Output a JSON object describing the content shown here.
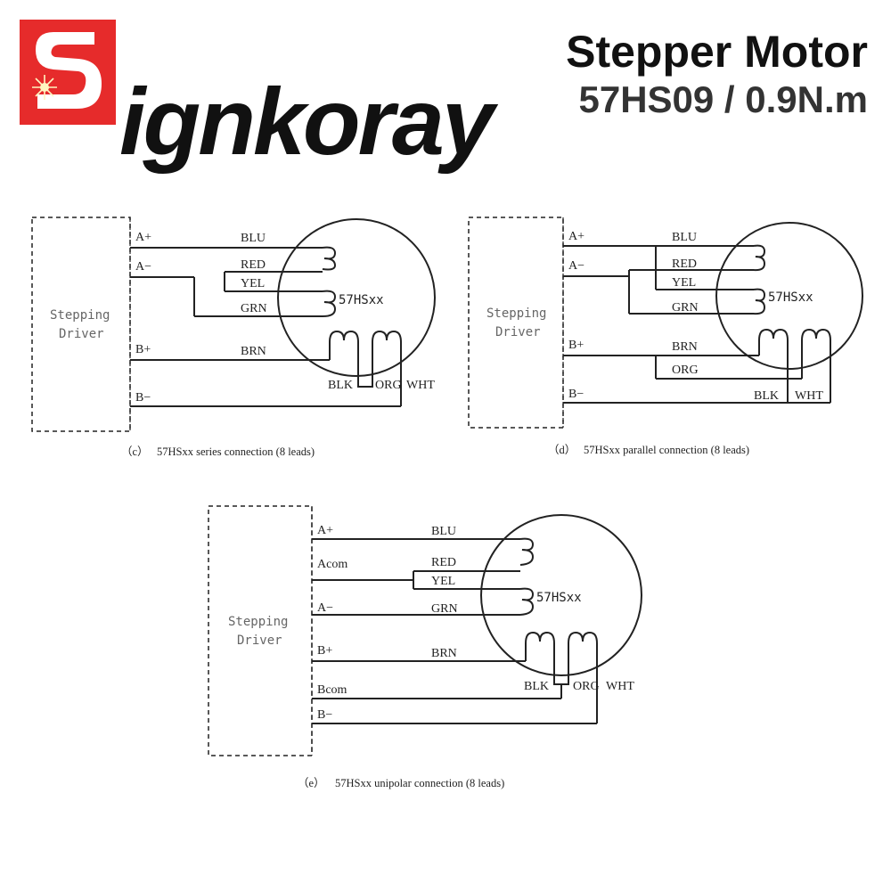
{
  "brand": {
    "name": "ignkoray",
    "initial": "S",
    "logo_red": "#e62b2b"
  },
  "header": {
    "title": "Stepper Motor",
    "model": "57HS09 / 0.9N.m"
  },
  "diagrams": [
    {
      "driver_label_1": "Stepping",
      "driver_label_2": "Driver",
      "motor_label": "57HSxx",
      "terminals": [
        "A+",
        "A−",
        "B+",
        "B−"
      ],
      "wires": [
        "BLU",
        "RED",
        "YEL",
        "GRN",
        "BRN",
        "BLK",
        "ORG",
        "WHT"
      ],
      "caption_letter": "（c）",
      "caption": "57HSxx series connection (8 leads)"
    },
    {
      "driver_label_1": "Stepping",
      "driver_label_2": "Driver",
      "motor_label": "57HSxx",
      "terminals": [
        "A+",
        "A−",
        "B+",
        "B−"
      ],
      "wires": [
        "BLU",
        "RED",
        "YEL",
        "GRN",
        "BRN",
        "ORG",
        "BLK",
        "WHT"
      ],
      "caption_letter": "（d）",
      "caption": "57HSxx parallel connection (8 leads)"
    },
    {
      "driver_label_1": "Stepping",
      "driver_label_2": "Driver",
      "motor_label": "57HSxx",
      "terminals": [
        "A+",
        "Acom",
        "A−",
        "B+",
        "Bcom",
        "B−"
      ],
      "wires": [
        "BLU",
        "RED",
        "YEL",
        "GRN",
        "BRN",
        "BLK",
        "ORG",
        "WHT"
      ],
      "caption_letter": "（e）",
      "caption": "57HSxx unipolar connection (8 leads)"
    }
  ]
}
